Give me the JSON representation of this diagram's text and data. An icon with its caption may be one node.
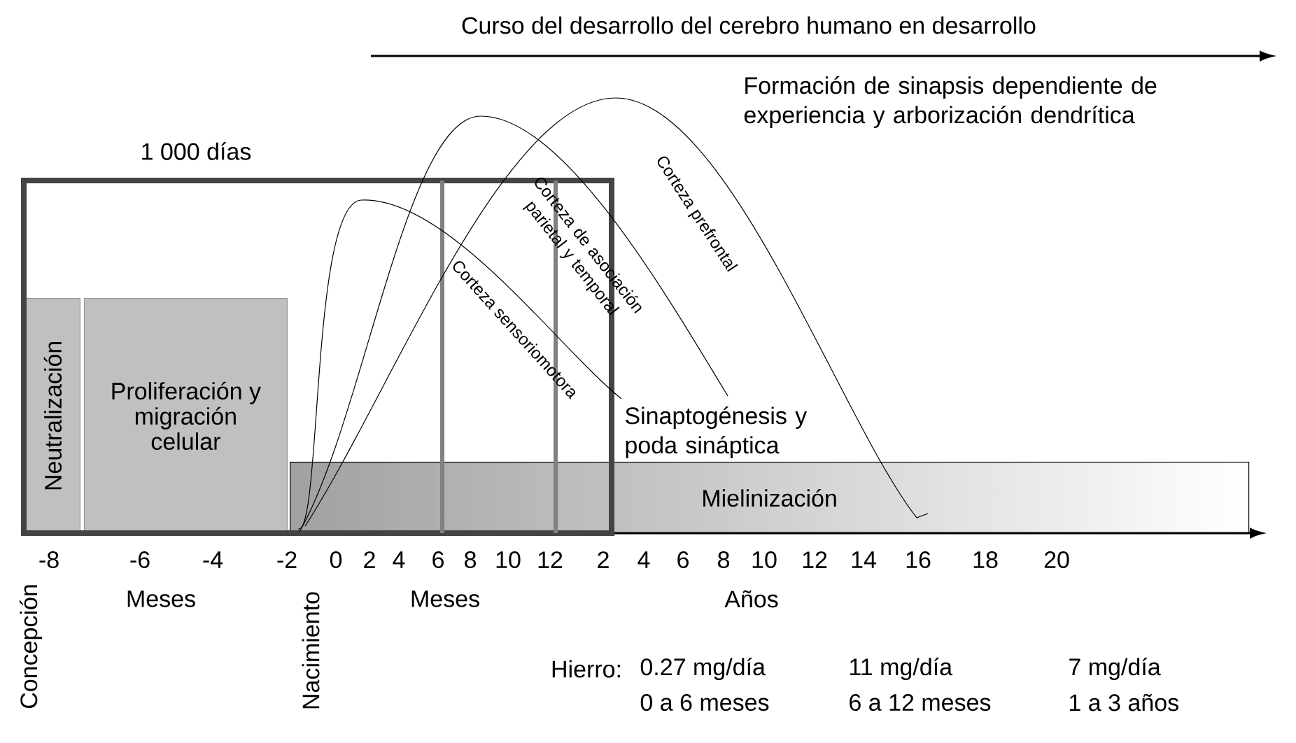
{
  "diagram": {
    "nodes": [
      {
        "text": [
          "Neutralización"
        ]
      },
      {
        "text": [
          "Proliferación y migración celular"
        ]
      },
      {
        "text": [
          "Mielinización"
        ]
      }
    ],
    "labels": [
      "Curso del desarrollo del cerebro humano en desarrollo",
      "Formación de sinapsis dependiente de experiencia y arborización dendrítica",
      "1 000 días",
      "Corteza de asociación parietal y temporal",
      "Corteza prefrontal",
      "Corteza sensoriomotora",
      "Sinaptogénesis y poda sináptica",
      "-8",
      "-6",
      "-4",
      "-2",
      "0",
      "2",
      "4",
      "6",
      "8",
      "10",
      "12",
      "2",
      "4",
      "6",
      "8",
      "10",
      "12",
      "14",
      "16",
      "18",
      "20",
      "Concepción",
      "Meses",
      "Nacimiento",
      "Meses",
      "Años",
      "Hierro:",
      "0.27 mg/día",
      "11 mg/día",
      "7 mg/día",
      "0 a 6 meses",
      "6 a 12 meses",
      "1 a 3 años"
    ]
  }
}
